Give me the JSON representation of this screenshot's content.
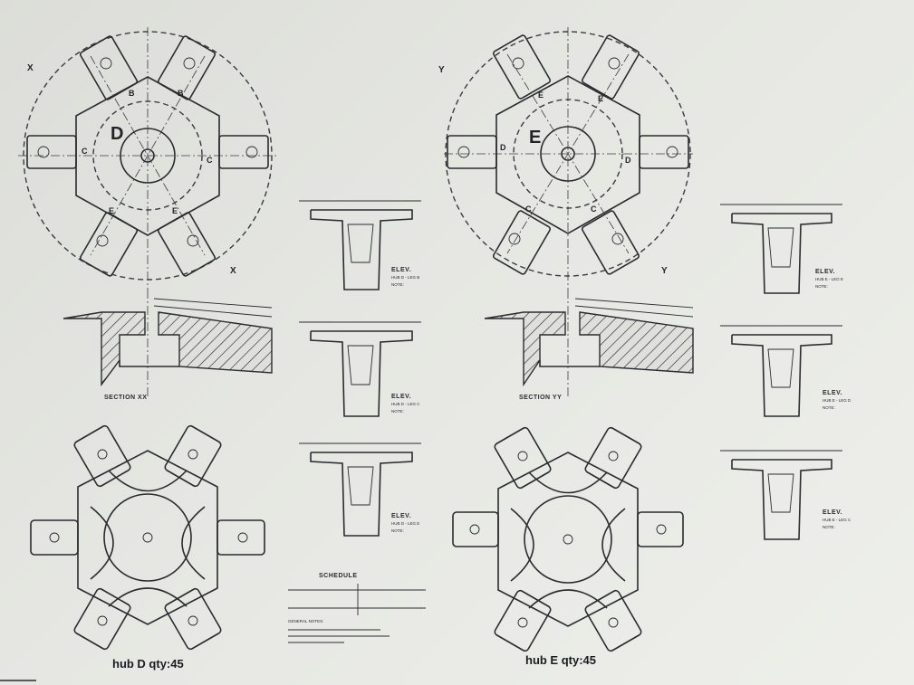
{
  "drawing": {
    "left_title": "hub D  qty:45",
    "right_title": "hub E  qty:45",
    "section_left": "SECTION XX",
    "section_right": "SECTION YY",
    "section_marker_left": "X",
    "section_marker_right": "Y",
    "hub_left_letters": [
      "D",
      "B",
      "B",
      "C",
      "E",
      "E",
      "C"
    ],
    "hub_right_letters": [
      "E",
      "E",
      "E",
      "D",
      "C",
      "C",
      "D"
    ],
    "schedule_title": "SCHEDULE",
    "general_notes_title": "GENERAL NOTES:",
    "note_label": "NOTE:",
    "elevations_middle": [
      {
        "title": "ELEV.",
        "sub": "HUB D - LEG B"
      },
      {
        "title": "ELEV.",
        "sub": "HUB D - LEG C"
      },
      {
        "title": "ELEV.",
        "sub": "HUB D - LEG E"
      }
    ],
    "elevations_right": [
      {
        "title": "ELEV.",
        "sub": "HUB E - LEG E"
      },
      {
        "title": "ELEV.",
        "sub": "HUB E - LEG D"
      },
      {
        "title": "ELEV.",
        "sub": "HUB E - LEG C"
      }
    ],
    "colors": {
      "paper": "#e3e4e0",
      "ink": "#2a2b30"
    }
  }
}
